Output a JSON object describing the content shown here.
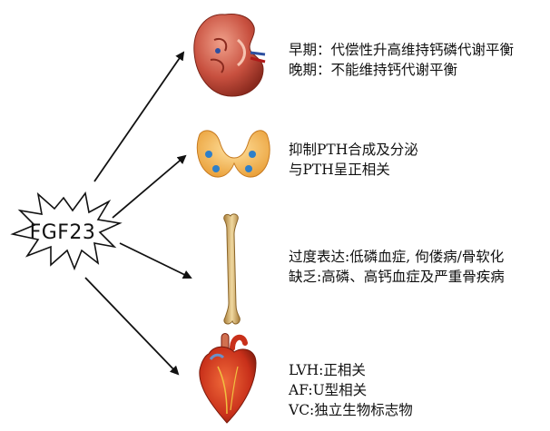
{
  "hub": {
    "label": "FGF23"
  },
  "targets": [
    {
      "organ_icon": "kidney-icon",
      "lines": [
        "早期：代偿性升高维持钙磷代谢平衡",
        "晚期：不能维持钙代谢平衡"
      ]
    },
    {
      "organ_icon": "parathyroid-icon",
      "lines": [
        "抑制PTH合成及分泌",
        "与PTH呈正相关"
      ]
    },
    {
      "organ_icon": "bone-icon",
      "lines": [
        "过度表达:低磷血症, 佝偻病/骨软化",
        "缺乏:高磷、高钙血症及严重骨疾病"
      ]
    },
    {
      "organ_icon": "heart-icon",
      "lines": [
        "LVH:正相关",
        "AF:U型相关",
        "VC:独立生物标志物"
      ]
    }
  ],
  "colors": {
    "kidney": "#c8503f",
    "thyroid": "#f2b24c",
    "thyroid_spot": "#2e7fc9",
    "bone": "#c8a45c",
    "heart": "#d23a1c",
    "arrow": "#111111"
  }
}
